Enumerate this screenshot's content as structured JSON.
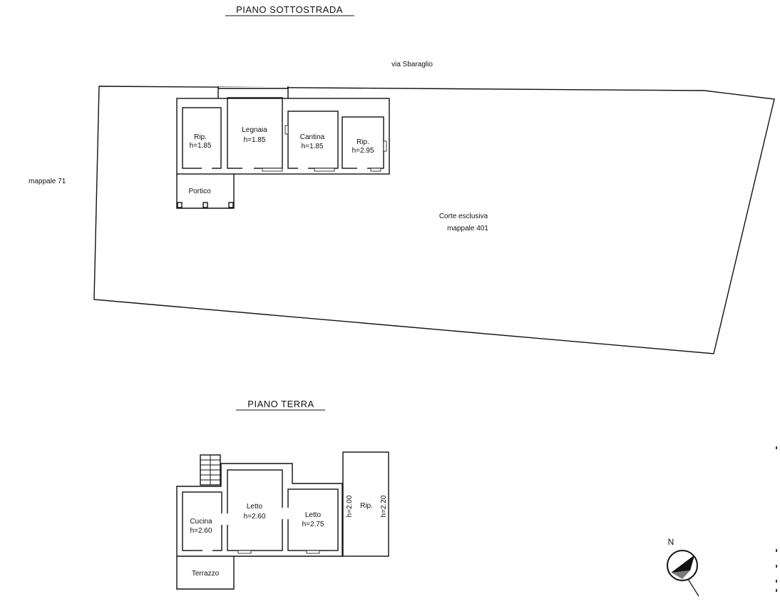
{
  "floors": {
    "basement": {
      "title": "PIANO SOTTOSTRADA",
      "street": "via  Sbaraglio",
      "neighbor": "mappale 71",
      "court_line1": "Corte  esclusiva",
      "court_line2": "mappale 401",
      "rooms": [
        {
          "name": "Rip.",
          "height": "h=1.85"
        },
        {
          "name": "Legnaia",
          "height": "h=1.85"
        },
        {
          "name": "Cantina",
          "height": "h=1.85"
        },
        {
          "name": "Rip.",
          "height": "h=2.95"
        }
      ],
      "portico": "Portico"
    },
    "ground": {
      "title": "PIANO  TERRA",
      "rooms": [
        {
          "name": "Cucina",
          "height": "h=2.60"
        },
        {
          "name": "Letto",
          "height": "h=2.60"
        },
        {
          "name": "Letto",
          "height": "h=2.75"
        },
        {
          "name": "Rip.",
          "height_left": "h=2.00",
          "height_right": "h=2.20"
        }
      ],
      "terrace": "Terrazzo"
    }
  },
  "compass": {
    "label": "N"
  }
}
